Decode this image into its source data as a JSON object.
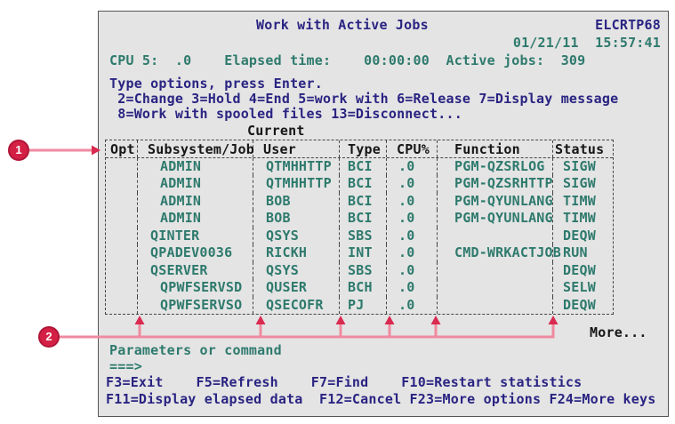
{
  "colors": {
    "screen_background": "#e4e4e4",
    "navy_text": "#2a2482",
    "teal_text": "#2e7a6d",
    "callout_accent": "#d42045",
    "callout_line": "#ef8aa0"
  },
  "callouts": [
    {
      "number": "1"
    },
    {
      "number": "2"
    }
  ],
  "screen": {
    "title": "Work with Active Jobs",
    "system_name": "ELCRTP68",
    "datetime": "01/21/11  15:57:41",
    "cpu_line": "CPU 5:  .0    Elapsed time:    00:00:00  Active jobs:  309",
    "prompt_line": "Type options, press Enter.",
    "options_line1": " 2=Change 3=Hold 4=End 5=work with 6=Release 7=Display message",
    "options_line2": " 8=Work with spooled files 13=Disconnect...",
    "current_label": "Current",
    "table": {
      "headers": [
        "Opt",
        "Subsystem/Job",
        "User",
        "Type",
        "CPU%",
        "Function",
        "Status"
      ],
      "rows": [
        {
          "opt": "",
          "name": "ADMIN",
          "level": "job",
          "user": "QTMHHTTP",
          "type": "BCI",
          "cpu": ".0",
          "function": "PGM-QZSRLOG",
          "status": "SIGW"
        },
        {
          "opt": "",
          "name": "ADMIN",
          "level": "job",
          "user": "QTMHHTTP",
          "type": "BCI",
          "cpu": ".0",
          "function": "PGM-QZSRHTTP",
          "status": "SIGW"
        },
        {
          "opt": "",
          "name": "ADMIN",
          "level": "job",
          "user": "BOB",
          "type": "BCI",
          "cpu": ".0",
          "function": "PGM-QYUNLANG",
          "status": "TIMW"
        },
        {
          "opt": "",
          "name": "ADMIN",
          "level": "job",
          "user": "BOB",
          "type": "BCI",
          "cpu": ".0",
          "function": "PGM-QYUNLANG",
          "status": "TIMW"
        },
        {
          "opt": "",
          "name": "QINTER",
          "level": "subsystem",
          "user": "QSYS",
          "type": "SBS",
          "cpu": ".0",
          "function": "",
          "status": "DEQW"
        },
        {
          "opt": "",
          "name": "QPADEV0036",
          "level": "subsystem",
          "user": "RICKH",
          "type": "INT",
          "cpu": ".0",
          "function": "CMD-WRKACTJOB",
          "status": "RUN"
        },
        {
          "opt": "",
          "name": "QSERVER",
          "level": "subsystem",
          "user": "QSYS",
          "type": "SBS",
          "cpu": ".0",
          "function": "",
          "status": "DEQW"
        },
        {
          "opt": "",
          "name": "QPWFSERVSD",
          "level": "job",
          "user": "QUSER",
          "type": "BCH",
          "cpu": ".0",
          "function": "",
          "status": "SELW"
        },
        {
          "opt": "",
          "name": "QPWFSERVSO",
          "level": "job",
          "user": "QSECOFR",
          "type": "PJ",
          "cpu": ".0",
          "function": "",
          "status": "DEQW"
        }
      ]
    },
    "more_label": "More...",
    "parameters_label": "Parameters or command",
    "command_prompt": "===>",
    "fkeys_line1": "F3=Exit    F5=Refresh    F7=Find    F10=Restart statistics",
    "fkeys_line2": "F11=Display elapsed data  F12=Cancel F23=More options F24=More keys"
  }
}
